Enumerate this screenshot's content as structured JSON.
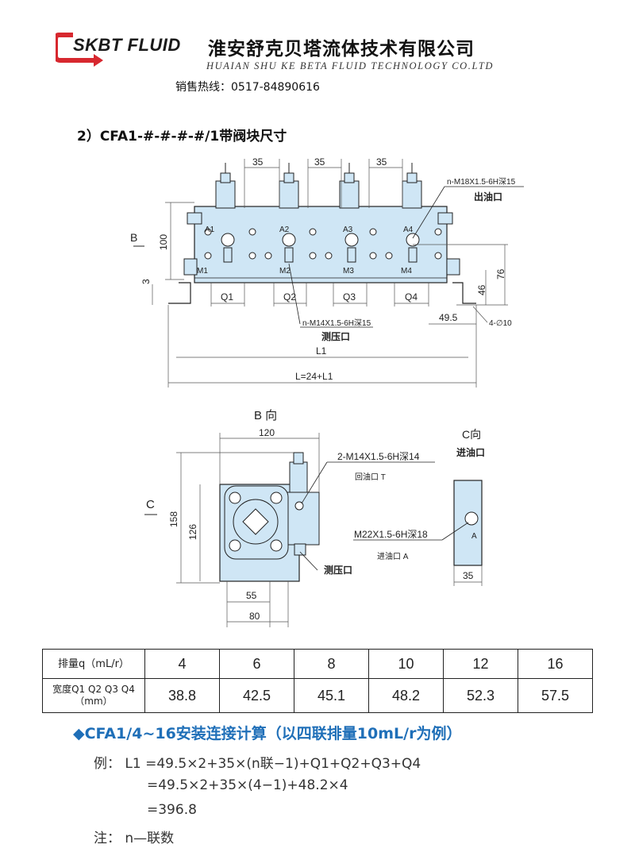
{
  "header": {
    "logo_text": "SKBT FLUID",
    "company_cn": "淮安舒克贝塔流体技术有限公司",
    "company_en": "HUAIAN SHU KE BETA FLUID TECHNOLOGY CO.LTD",
    "hotline": "销售热线：0517-84890616"
  },
  "section_title": "2）CFA1-#-#-#-#/1带阀块尺寸",
  "drawing_front": {
    "dim_35": "35",
    "dim_100": "100",
    "dim_3": "3",
    "dim_46": "46",
    "dim_76": "76",
    "dim_49_5": "49.5",
    "dim_holes": "4-∅10",
    "dim_L1": "L1",
    "dim_L": "L=24+L1",
    "label_B": "B",
    "ports_A": [
      "A1",
      "A2",
      "A3",
      "A4"
    ],
    "ports_M": [
      "M1",
      "M2",
      "M3",
      "M4"
    ],
    "widths_Q": [
      "Q1",
      "Q2",
      "Q3",
      "Q4"
    ],
    "outlet_thread": "n-M18X1.5-6H深15",
    "outlet_label": "出油口",
    "gauge_thread": "n-M14X1.5-6H深15",
    "gauge_label": "测压口"
  },
  "drawing_side": {
    "title": "B 向",
    "dim_120": "120",
    "dim_158": "158",
    "dim_126": "126",
    "dim_55": "55",
    "dim_80": "80",
    "label_C": "C",
    "return_thread": "2-M14X1.5-6H深14",
    "return_label": "回油口 T",
    "gauge_label": "测压口"
  },
  "drawing_c": {
    "title": "C向",
    "subtitle": "进油口",
    "thread": "M22X1.5-6H深18",
    "label": "进油口 A",
    "port": "A",
    "dim_35": "35"
  },
  "table": {
    "row1_head": "排量q（mL/r）",
    "row1": [
      "4",
      "6",
      "8",
      "10",
      "12",
      "16"
    ],
    "row2_head_line1": "宽度Q1 Q2 Q3 Q4",
    "row2_head_line2": "（mm）",
    "row2": [
      "38.8",
      "42.5",
      "45.1",
      "48.2",
      "52.3",
      "57.5"
    ]
  },
  "calc": {
    "title": "◆CFA1/4~16安装连接计算（以四联排量10mL/r为例）",
    "line1": "例：  L1 =49.5×2+35×(n联−1)+Q1+Q2+Q3+Q4",
    "line2": "=49.5×2+35×(4−1)+48.2×4",
    "line3": "=396.8",
    "note": "注：  n—联数"
  },
  "colors": {
    "block_fill": "#cfe6f5",
    "block_stroke": "#1f1f1f",
    "accent_blue": "#1f6fb8",
    "logo_red": "#d7282f"
  }
}
